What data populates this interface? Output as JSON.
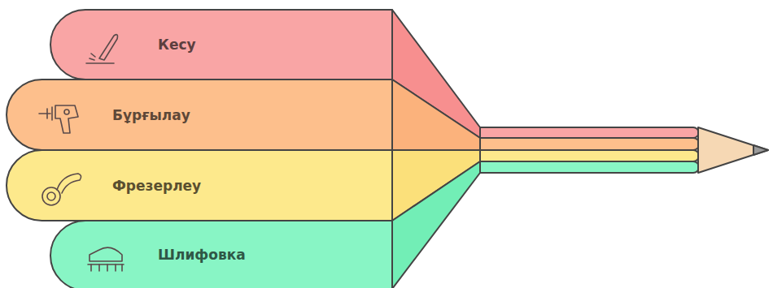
{
  "diagram": {
    "nodes": [
      {
        "text": [
          "Кесу"
        ]
      },
      {
        "text": [
          "Бұрғылау"
        ]
      },
      {
        "text": [
          "Фрезерлеу"
        ]
      },
      {
        "text": [
          "Шлифовка"
        ]
      }
    ]
  }
}
